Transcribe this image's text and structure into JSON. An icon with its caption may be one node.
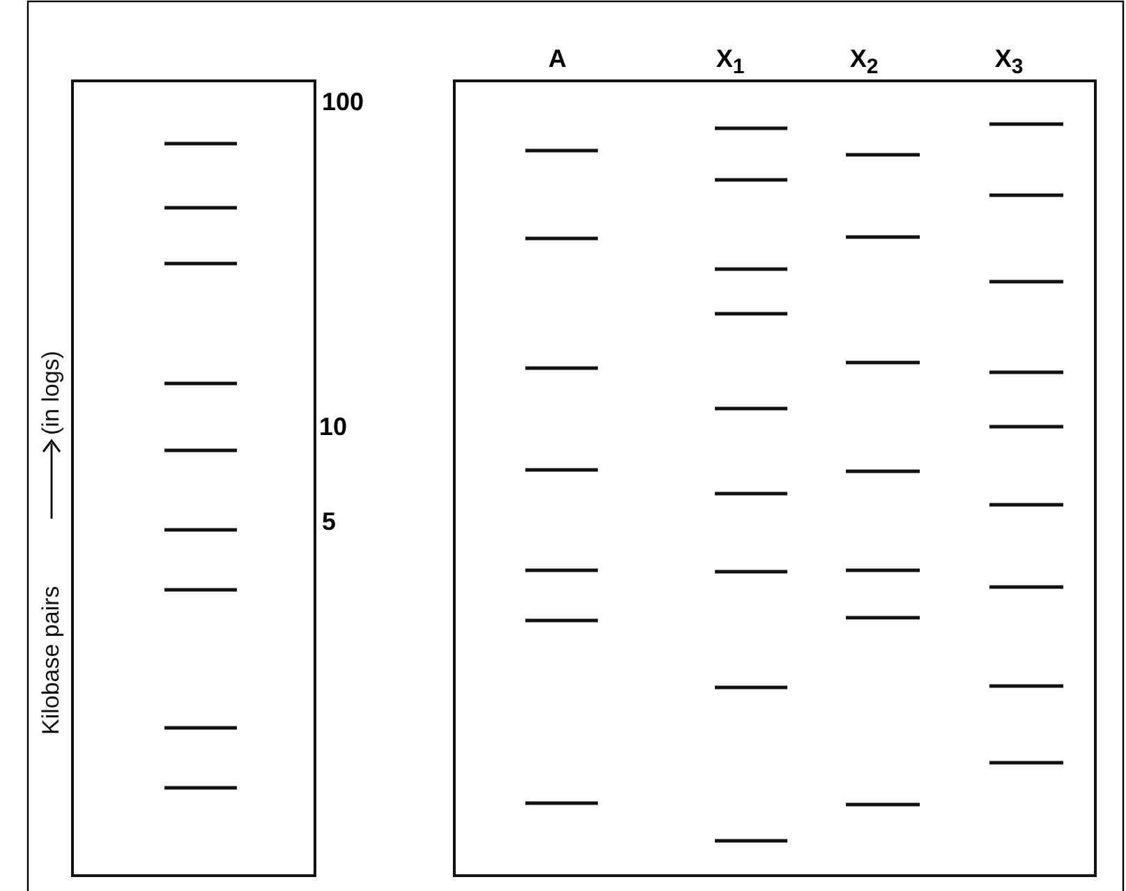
{
  "diagram": {
    "labels": [
      "A",
      "X$_{1}$",
      "X$_{2}$",
      "X$_{3}$",
      "100",
      "Kilobase pairs",
      "(in logs)",
      "10",
      "5"
    ]
  }
}
